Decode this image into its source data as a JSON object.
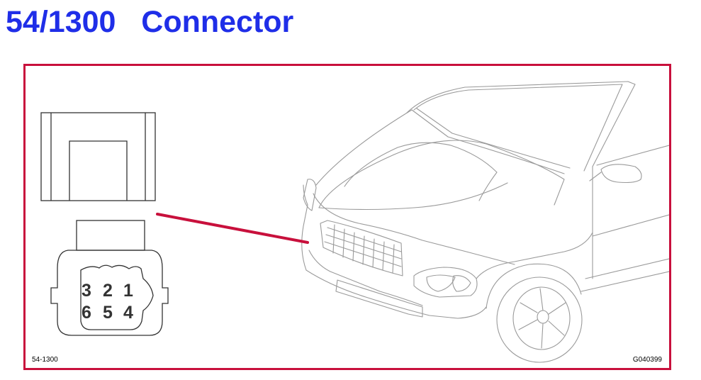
{
  "header": {
    "title": "54/1300   Connector"
  },
  "diagram": {
    "component_ref": "54-1300",
    "illustration_ref": "G040399",
    "connector_pins": {
      "top_row": [
        "3",
        "2",
        "1"
      ],
      "bottom_row": [
        "6",
        "5",
        "4"
      ]
    },
    "colors": {
      "title": "#1f2ee8",
      "frame": "#c8103c",
      "pointer_line": "#c8103c",
      "vehicle_line": "#9a9a9a",
      "connector_line": "#333333"
    }
  }
}
